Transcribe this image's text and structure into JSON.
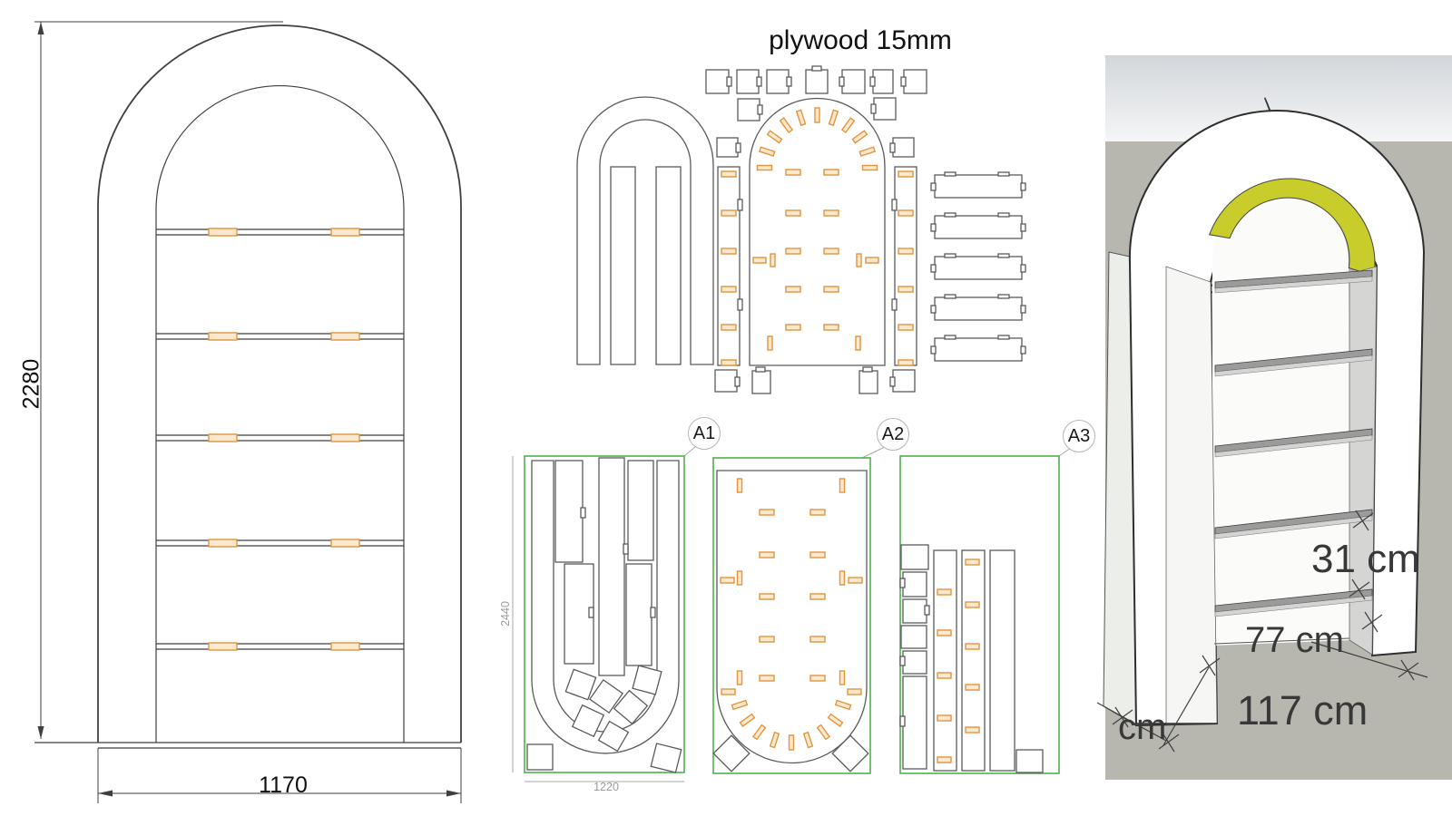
{
  "title": "plywood 15mm",
  "front_elevation": {
    "height": "2280",
    "width": "1170"
  },
  "cutting_sheets": {
    "a1": "A1",
    "a2": "A2",
    "a3": "A3",
    "sheet_height": "2440",
    "sheet_width": "1220"
  },
  "render_3d": {
    "shelf_spacing": "31 cm",
    "inner_width": "77 cm",
    "outer_width": "117 cm",
    "depth_unit": "cm"
  },
  "colors": {
    "slot_fill": "#fbe9cf",
    "slot_stroke": "#e2953e",
    "sheet_outline_green": "#52b04f",
    "arch_yellow": "#c9cd2b",
    "wall_grey": "#d6dadd",
    "floor_grey": "#b7b7af",
    "shelf_grey": "#9b9b9b"
  }
}
